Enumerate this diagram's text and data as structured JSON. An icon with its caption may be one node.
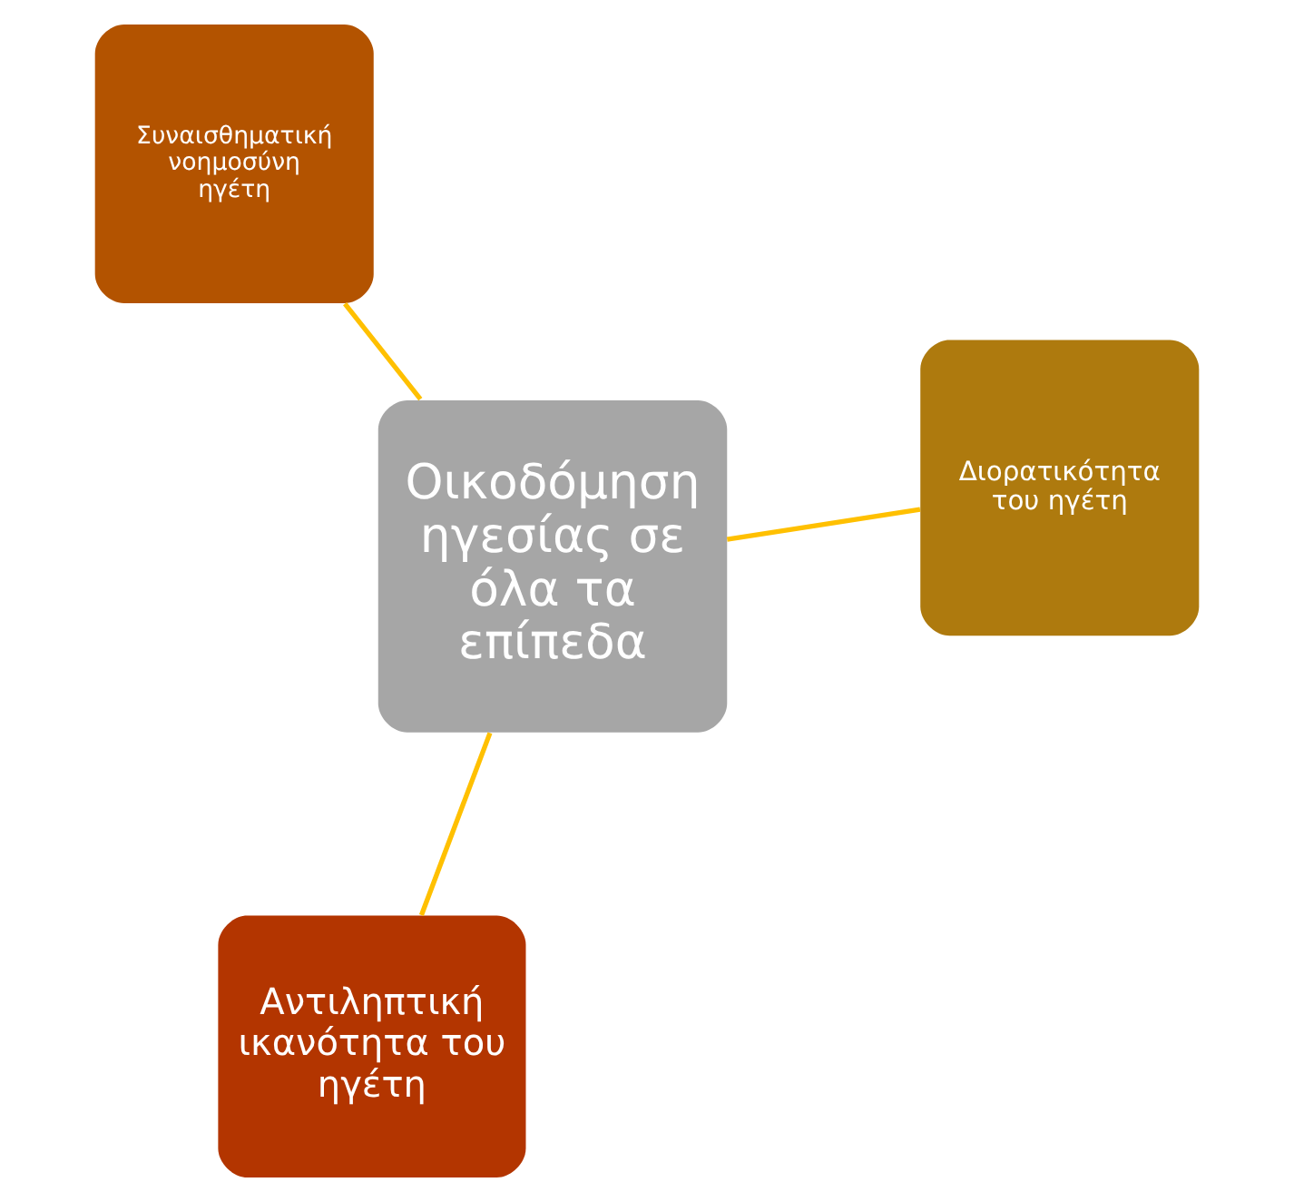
{
  "diagram": {
    "nodes": [
      {
        "text": [
          "Οικοδόμηση ηγεσίας σε όλα τα επίπεδα"
        ]
      },
      {
        "text": [
          "Διορατικότητα του ηγέτη"
        ]
      },
      {
        "text": [
          "Αντιληπτική ικανότητα του ηγέτη"
        ]
      },
      {
        "text": [
          "Συναισθηματική νοημοσύνη ηγέτη"
        ]
      }
    ],
    "edges": [
      {
        "from": 0,
        "to": 1,
        "arrow": "none",
        "color": "#ffc000"
      },
      {
        "from": 0,
        "to": 2,
        "arrow": "none",
        "color": "#ffc000"
      },
      {
        "from": 0,
        "to": 3,
        "arrow": "none",
        "color": "#ffc000"
      }
    ]
  }
}
